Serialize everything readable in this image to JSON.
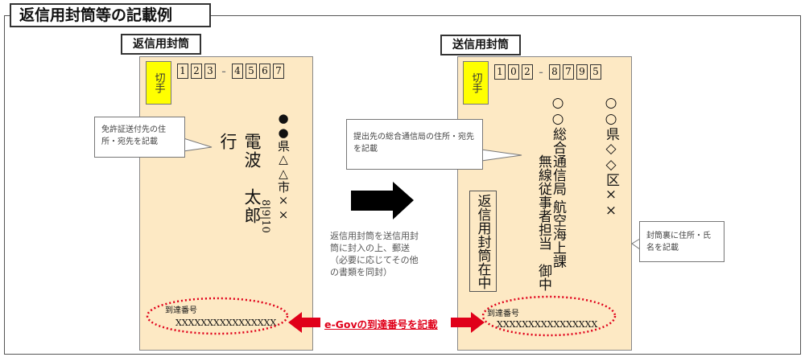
{
  "title": "返信用封筒等の記載例",
  "return_envelope": {
    "label": "返信用封筒",
    "stamp": "切手",
    "zip": [
      "1",
      "2",
      "3",
      "-",
      "4",
      "5",
      "6",
      "7"
    ],
    "name": "電波　太郎　　行",
    "address": "●●県△△市××",
    "address_num": "8|9|10",
    "callout": "免許証送付先の住所・宛先を記載",
    "receipt_label": "到達番号",
    "receipt_number": "XXXXXXXXXXXXXXXX"
  },
  "middle": {
    "note": "返信用封筒を送信用封筒に封入の上、郵送（必要に応じてその他の書類を同封）",
    "egov_label": "e-Govの到達番号を記載"
  },
  "send_envelope": {
    "label": "送信用封筒",
    "stamp": "切手",
    "zip": [
      "1",
      "0",
      "2",
      "-",
      "8",
      "7",
      "9",
      "5"
    ],
    "address": "○○県◇◇区××",
    "office": "○○総合通信局 航空海上課",
    "dept": "無線従事者担当　御中",
    "enclosed": "返信用封筒在中",
    "callout": "提出先の総合通信局の住所・宛先を記載",
    "back_callout": "封筒裏に住所・氏名を記載",
    "receipt_label": "到達番号",
    "receipt_number": "XXXXXXXXXXXXXXXX"
  },
  "colors": {
    "envelope": "#fde9c4",
    "stamp": "#ffff00",
    "accent": "#e0001a"
  }
}
